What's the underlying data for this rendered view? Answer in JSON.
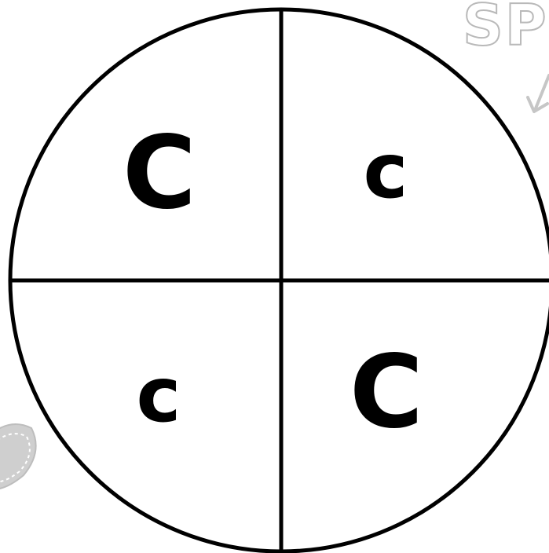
{
  "decoration": {
    "corner_text": "SP",
    "arrow_icon": "arrow-down-left-icon",
    "shape_icon": "stitched-gray-shape-icon"
  },
  "quadrants": {
    "top_left": "C",
    "top_right": "c",
    "bottom_left": "c",
    "bottom_right": "C"
  },
  "colors": {
    "ink": "#000000",
    "background": "#ffffff",
    "decoration_gray": "#c8c8c8"
  }
}
